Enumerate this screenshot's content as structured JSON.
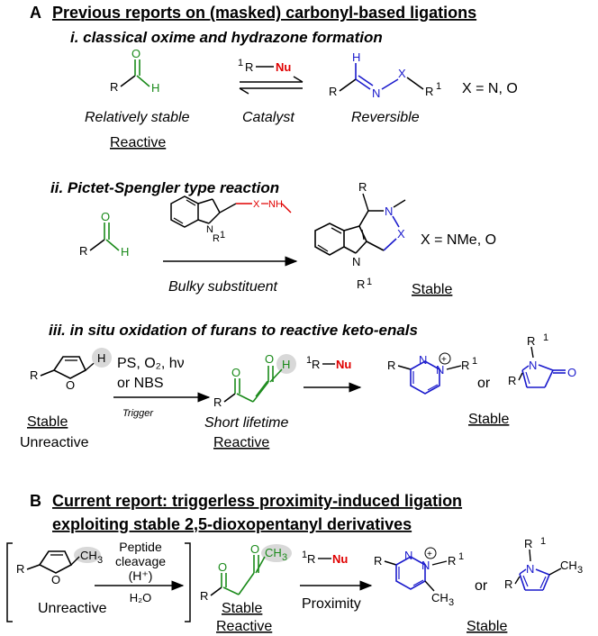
{
  "sectionA": {
    "letter": "A",
    "title": "Previous reports on (masked) carbonyl-based ligations",
    "i": {
      "heading": "i. classical oxime and hydrazone formation",
      "reagent": "R—Nu",
      "x_note": "X = N, O",
      "under_reactant": "Relatively stable",
      "reactant_state": "Reactive",
      "under_arrow": "Catalyst",
      "under_product": "Reversible"
    },
    "ii": {
      "heading": "ii. Pictet-Spengler type reaction",
      "x_note": "X = NMe, O",
      "under_arrow": "Bulky substituent",
      "product_state": "Stable"
    },
    "iii": {
      "heading": "iii. in situ oxidation of furans to reactive keto-enals",
      "reagent_line1": "PS, O₂, hν",
      "reagent_line2": "or NBS",
      "trigger": "Trigger",
      "furan_state1": "Stable",
      "furan_state2": "Unreactive",
      "ketoenal_state1": "Short lifetime",
      "ketoenal_state2": "Reactive",
      "nucleophile": "R—Nu",
      "or": "or",
      "product_state": "Stable"
    }
  },
  "sectionB": {
    "letter": "B",
    "title_line1": "Current report: triggerless proximity-induced ligation",
    "title_line2": "exploiting stable 2,5-dioxopentanyl derivatives",
    "conditions_line1": "Peptide",
    "conditions_line2": "cleavage",
    "conditions_line3": "(H⁺)",
    "conditions_below": "H₂O",
    "furan_state": "Unreactive",
    "dione_state1": "Stable",
    "dione_state2": "Reactive",
    "nucleophile": "R—Nu",
    "proximity": "Proximity",
    "or": "or",
    "product_state": "Stable"
  },
  "colors": {
    "carbonyl": "#1a8a1a",
    "nucleophile": "#e00000",
    "product": "#1a1acc",
    "highlight": "#d8d8d8"
  }
}
